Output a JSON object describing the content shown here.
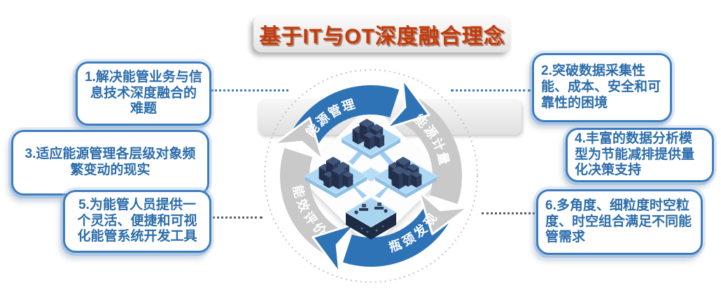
{
  "title": {
    "text": "基于IT与OT深度融合理念"
  },
  "cycle": {
    "segments": [
      {
        "label": "能源管理",
        "color": "#2e73b6",
        "position": "top"
      },
      {
        "label": "能源计量",
        "color": "#c9c9c9",
        "position": "right"
      },
      {
        "label": "瓶颈发现",
        "color": "#2e73b6",
        "position": "bottom"
      },
      {
        "label": "能效评价",
        "color": "#c9c9c9",
        "position": "left"
      }
    ],
    "direction": "clockwise",
    "center_illustration": "isometric-data-center-cluster"
  },
  "callouts": [
    {
      "id": "1",
      "side": "left",
      "text": "1.解决能管业务与信息技术深度融合的难题"
    },
    {
      "id": "2",
      "side": "right",
      "text": "2.突破数据采集性能、成本、安全和可靠性的困境"
    },
    {
      "id": "3",
      "side": "left",
      "text": "3.适应能源管理各层级对象频繁变动的现实"
    },
    {
      "id": "4",
      "side": "right",
      "text": "4.丰富的数据分析模型为节能减排提供量化决策支持"
    },
    {
      "id": "5",
      "side": "left",
      "text": "5.为能管人员提供一个灵活、便捷和可视化能管系统开发工具"
    },
    {
      "id": "6",
      "side": "right",
      "text": "6.多角度、细粒度时空粒度、时空组合满足不同能管需求"
    }
  ],
  "colors": {
    "accent_blue": "#2e73b6",
    "arc_gray": "#c9c9c9",
    "box_border": "#3e7cc0",
    "box_text": "#2b6cab",
    "title_text": "#c23c0e",
    "connector_blue": "#3b7cc0",
    "connector_gray": "#5f5f5f",
    "dotted_ring": "#bcc3cc"
  }
}
